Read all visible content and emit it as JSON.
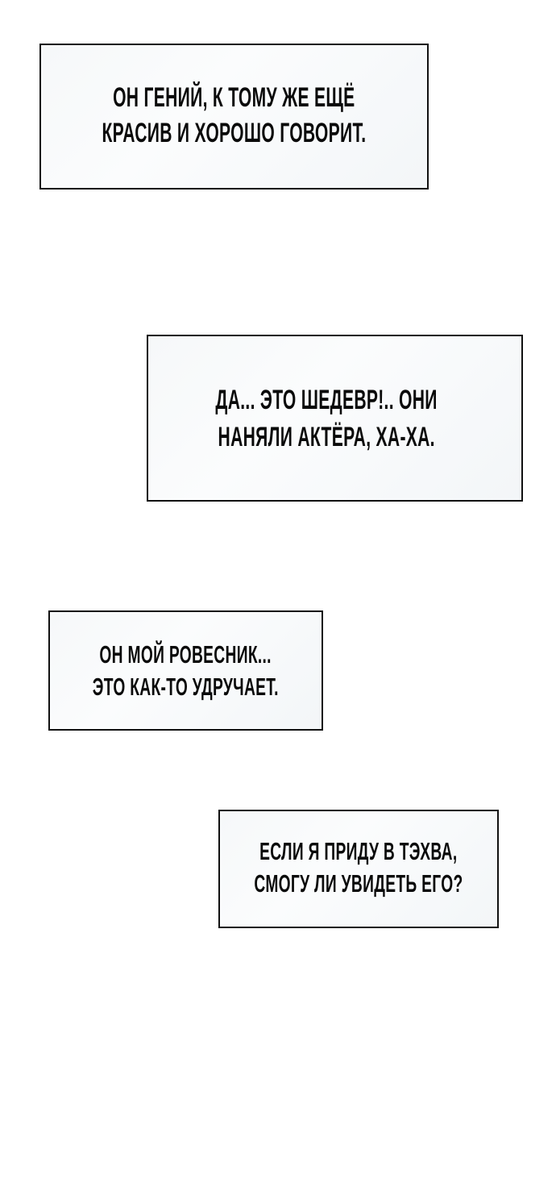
{
  "captions": [
    {
      "id": "box-1",
      "lines": [
        "ОН ГЕНИЙ, К ТОМУ ЖЕ ЕЩЁ",
        "КРАСИВ И ХОРОШО ГОВОРИТ."
      ]
    },
    {
      "id": "box-2",
      "lines": [
        "ДА... ЭТО ШЕДЕВР!.. ОНИ",
        "НАНЯЛИ АКТЁРА, ХА-ХА."
      ]
    },
    {
      "id": "box-3",
      "lines": [
        "ОН МОЙ РОВЕСНИК...",
        "ЭТО КАК-ТО УДРУЧАЕТ."
      ]
    },
    {
      "id": "box-4",
      "lines": [
        "ЕСЛИ Я ПРИДУ В ТЭХВА,",
        "СМОГУ ЛИ УВИДЕТЬ ЕГО?"
      ]
    }
  ],
  "colors": {
    "border": "#111111",
    "text": "#0a0a0a",
    "box_fill": "#f7f9fa",
    "page_background": "#ffffff"
  }
}
